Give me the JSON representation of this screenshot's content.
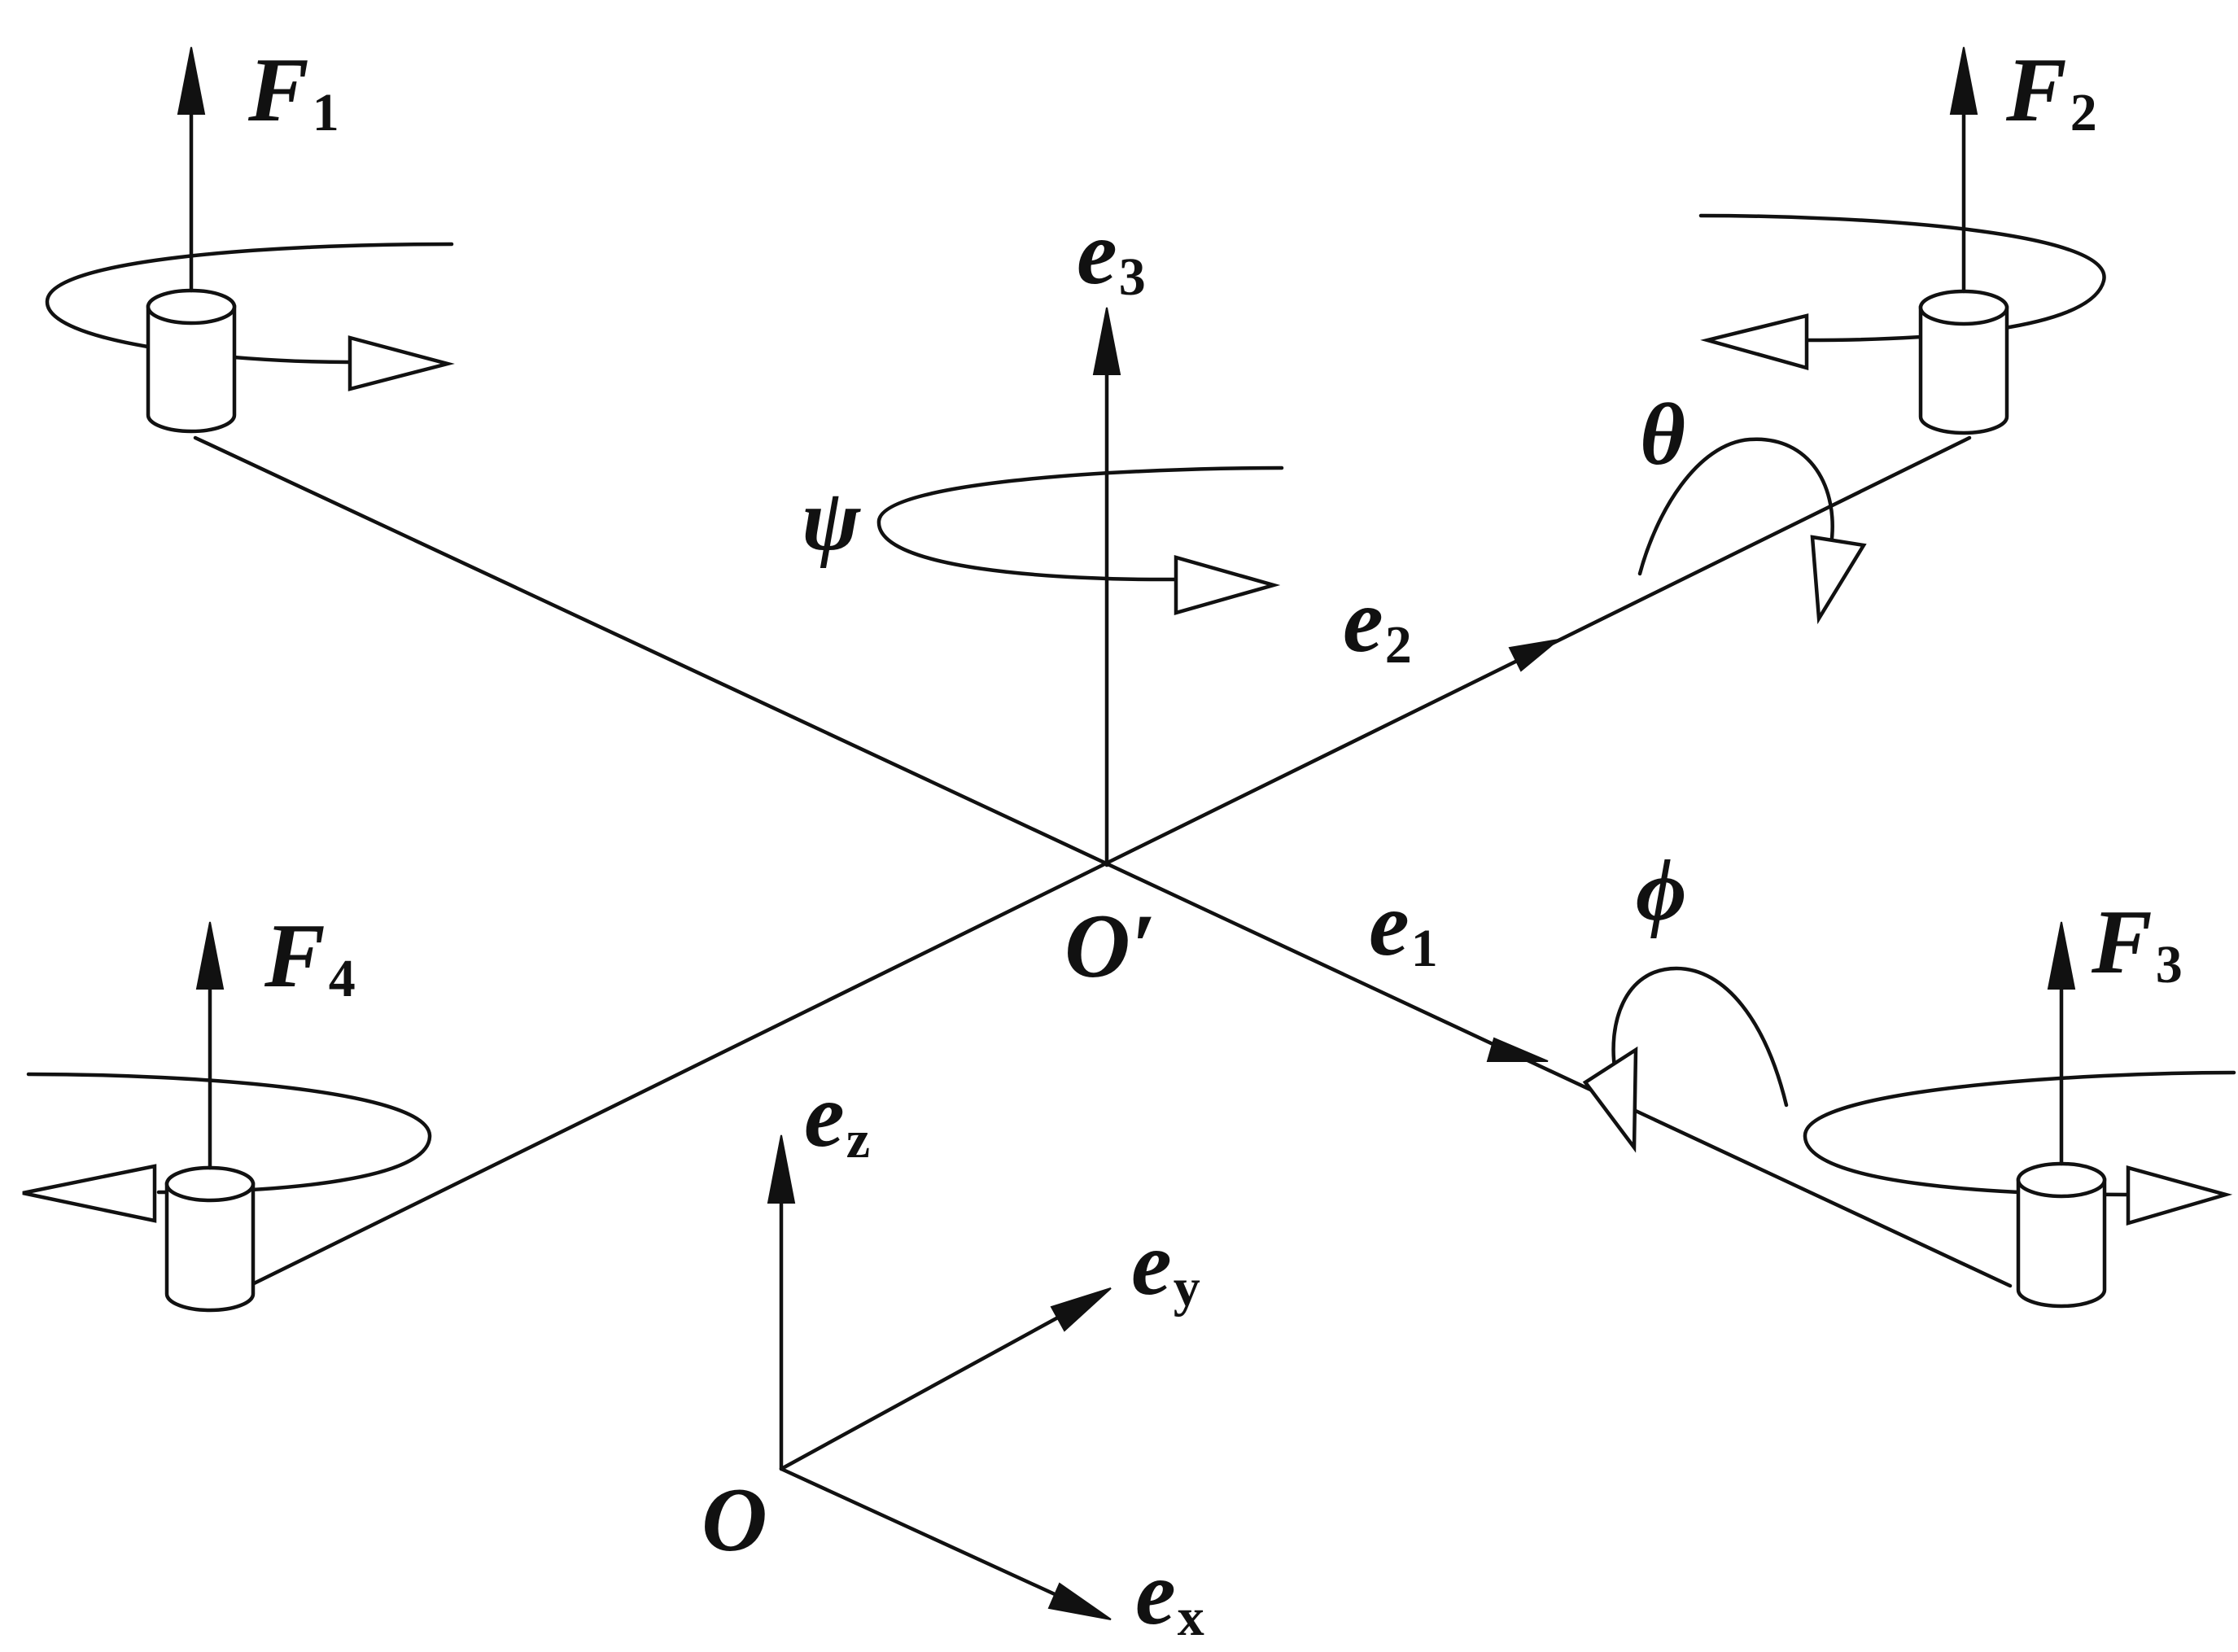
{
  "labels": {
    "F1": {
      "main": "F",
      "sub": "1"
    },
    "F2": {
      "main": "F",
      "sub": "2"
    },
    "F3": {
      "main": "F",
      "sub": "3"
    },
    "F4": {
      "main": "F",
      "sub": "4"
    },
    "e1": {
      "main": "e",
      "sub": "1"
    },
    "e2": {
      "main": "e",
      "sub": "2"
    },
    "e3": {
      "main": "e",
      "sub": "3"
    },
    "ex": {
      "main": "e",
      "sub": "x"
    },
    "ey": {
      "main": "e",
      "sub": "y"
    },
    "ez": {
      "main": "e",
      "sub": "z"
    },
    "psi": "ψ",
    "theta": "θ",
    "phi": "ϕ",
    "o_prime": "O′",
    "o": "O"
  },
  "colors": {
    "ink": "#111111",
    "background": "#ffffff"
  }
}
